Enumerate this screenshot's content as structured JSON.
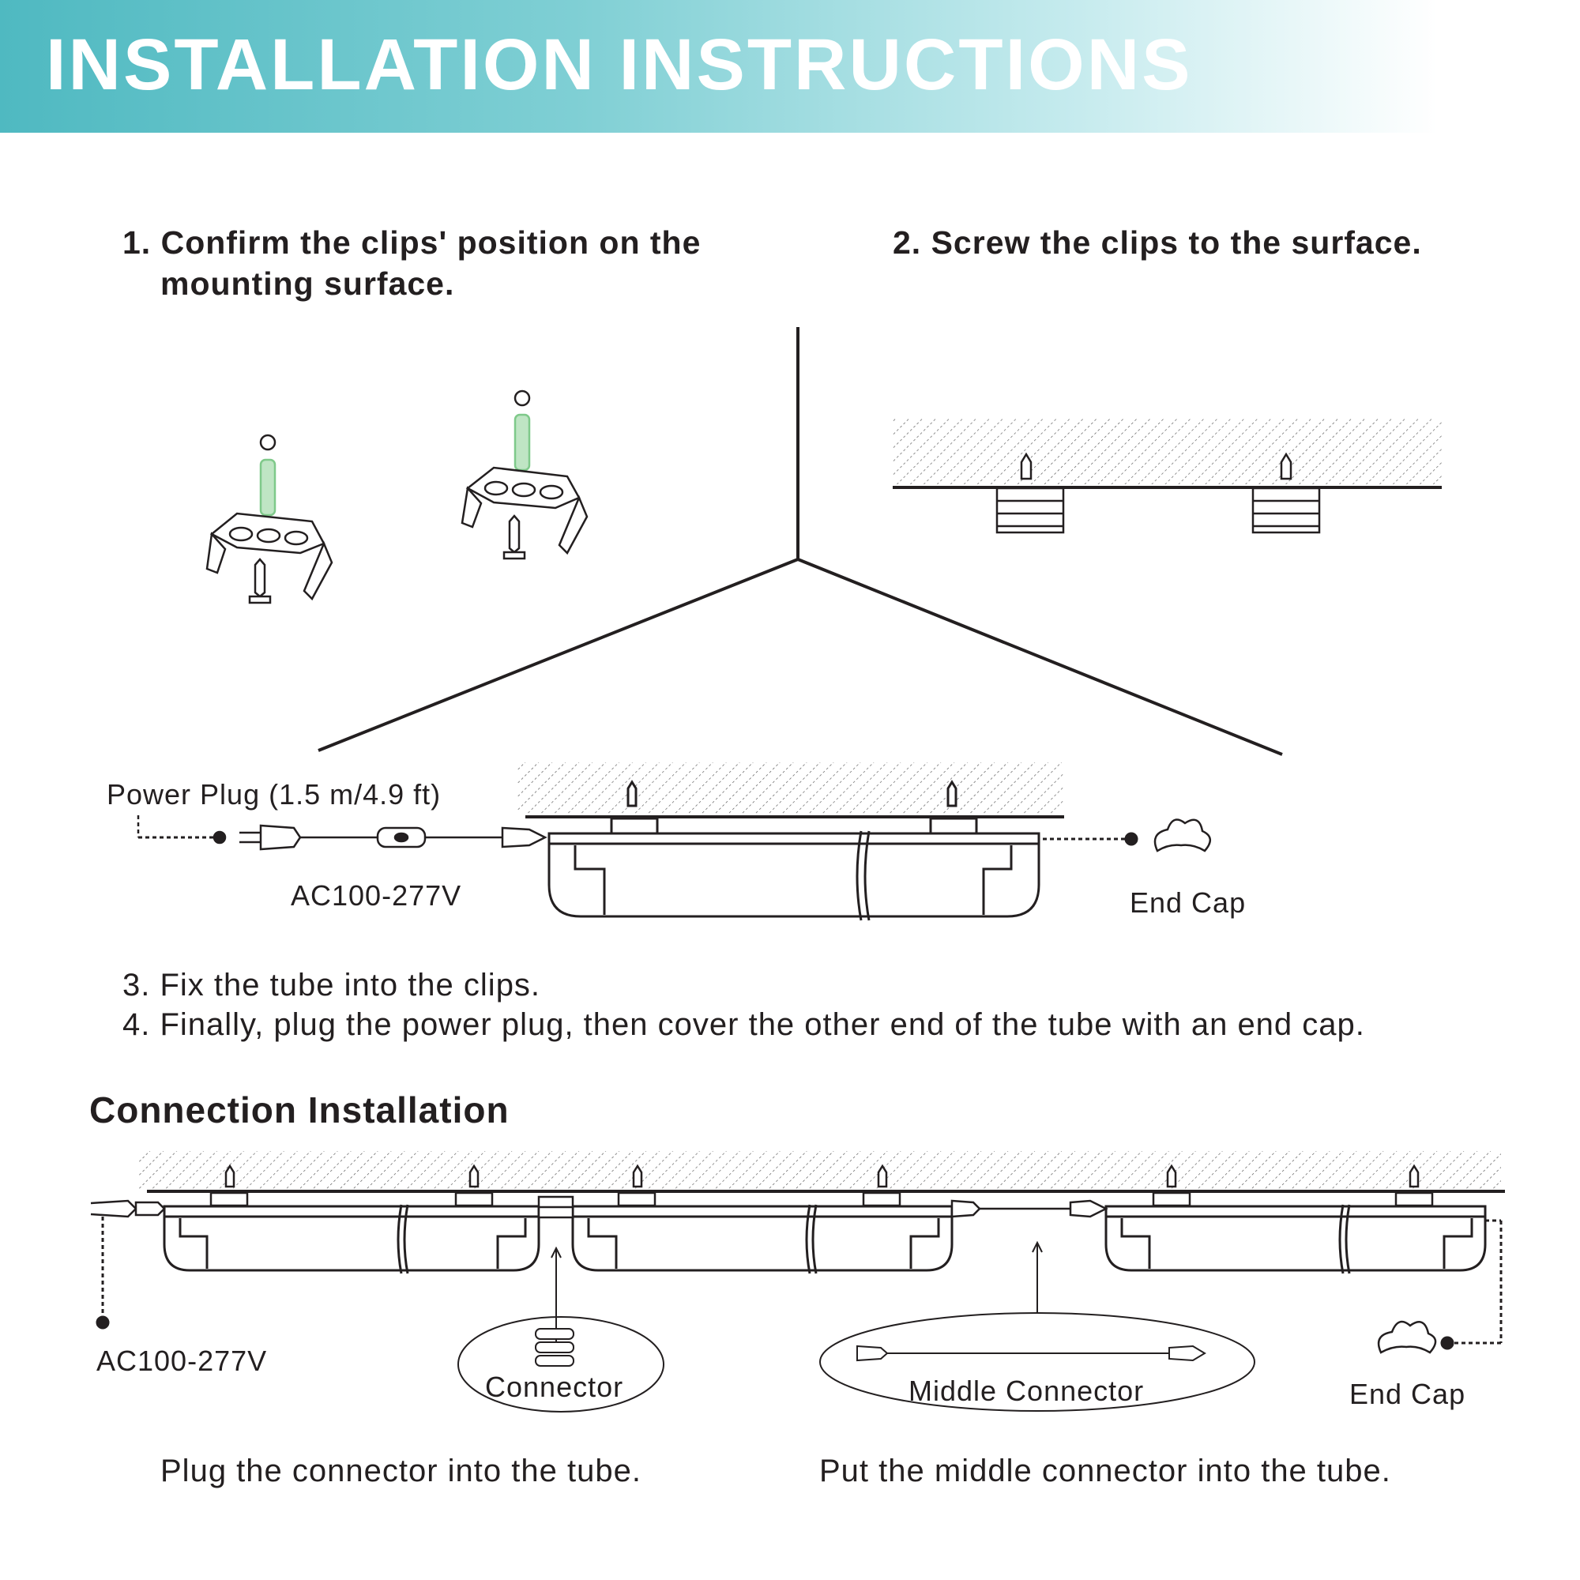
{
  "banner": {
    "title": "INSTALLATION INSTRUCTIONS"
  },
  "steps": {
    "step1_line1": "1. Confirm the clips' position on the",
    "step1_line2": "mounting surface.",
    "step2": "2. Screw the clips to the surface.",
    "step3": "3. Fix the tube into the clips.",
    "step4": "4. Finally, plug the power plug, then cover the other end of the tube with an end cap."
  },
  "install_diagram": {
    "power_plug_label": "Power Plug (1.5 m/4.9 ft)",
    "voltage_label": "AC100-277V",
    "end_cap_label": "End Cap"
  },
  "connection": {
    "title": "Connection Installation",
    "voltage_label": "AC100-277V",
    "connector_label": "Connector",
    "middle_connector_label": "Middle Connector",
    "end_cap_label": "End Cap",
    "caption_left": "Plug the connector into the tube.",
    "caption_right": "Put the middle connector into the tube."
  },
  "colors": {
    "banner_start": "#4fb9c1",
    "line": "#231f20",
    "anchor_green": "#7fc98a"
  },
  "icons": [
    "clip-icon",
    "screw-icon",
    "wall-anchor-icon",
    "power-plug-icon",
    "inline-switch-icon",
    "end-cap-icon",
    "connector-icon",
    "middle-connector-icon"
  ]
}
